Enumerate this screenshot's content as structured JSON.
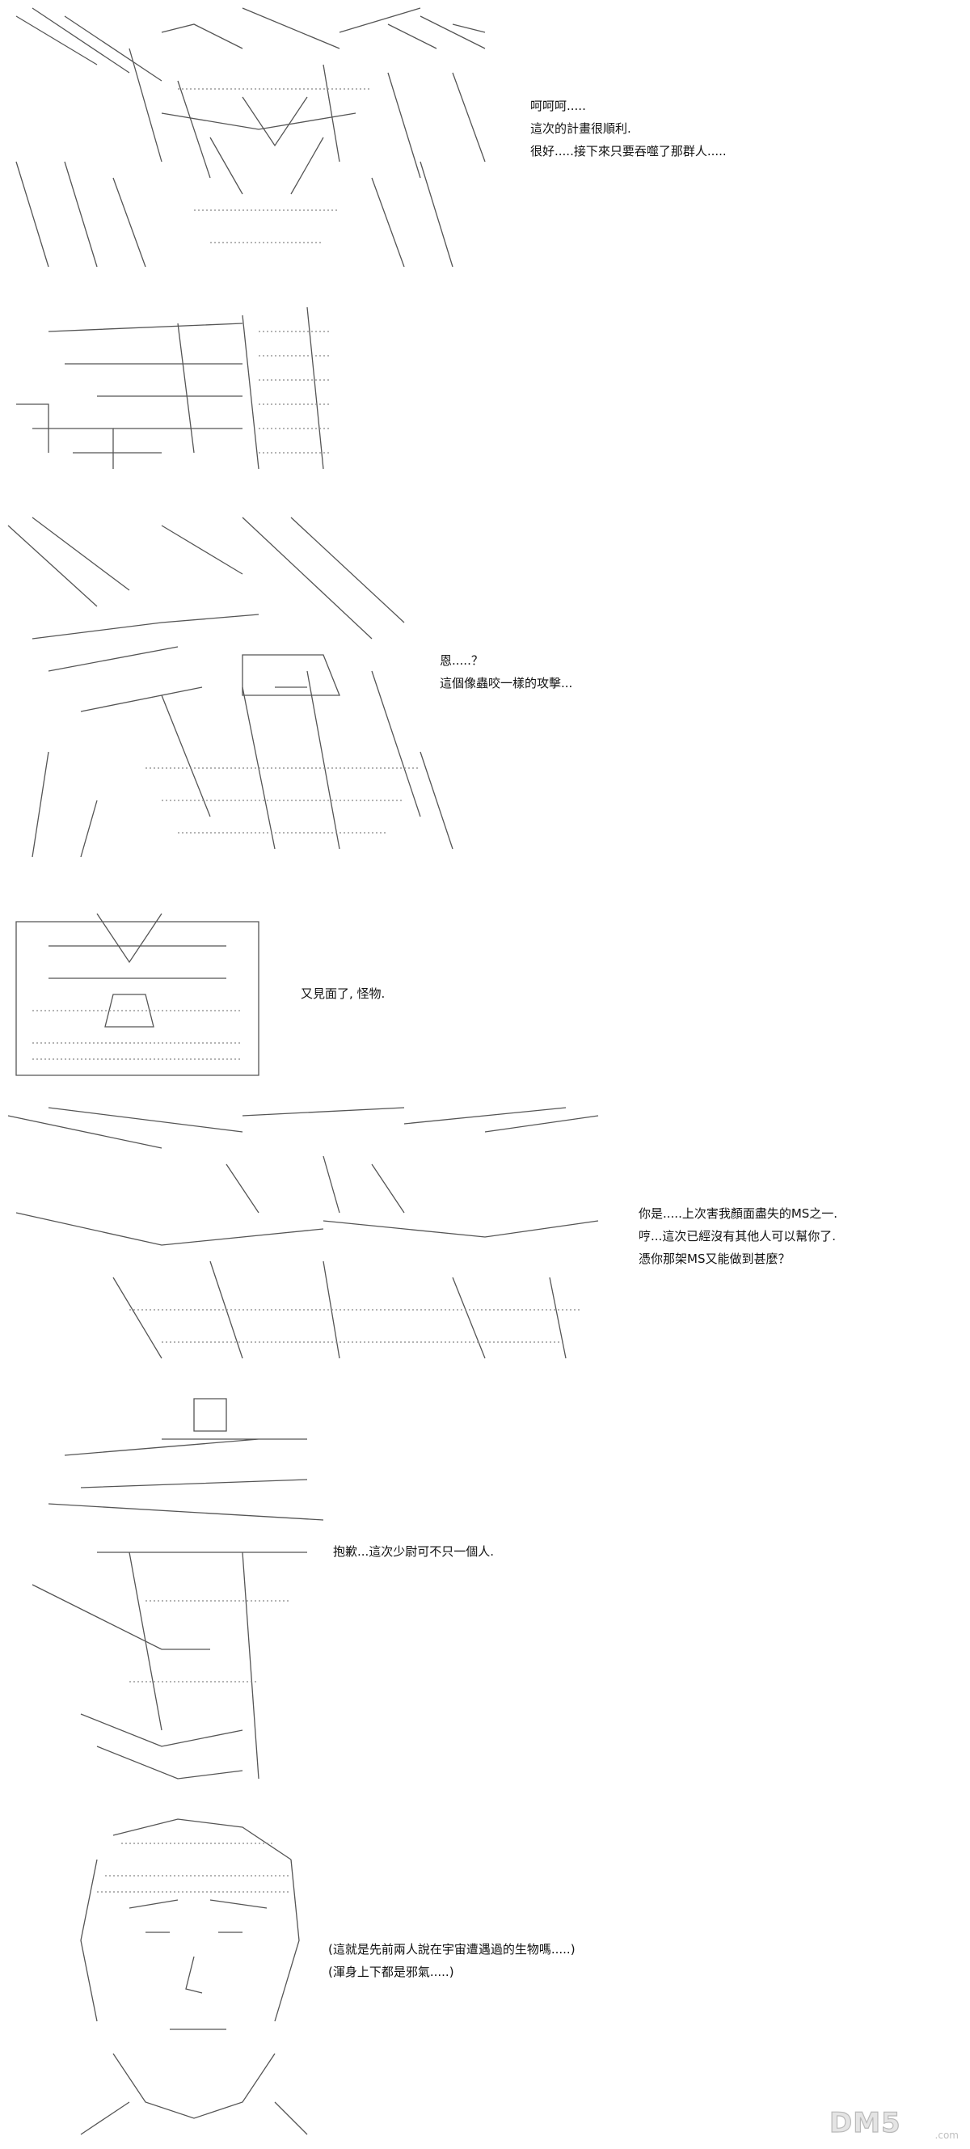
{
  "panels": [
    {
      "lines": [
        "呵呵呵.....",
        "這次的計畫很順利.",
        "很好.....接下來只要吞噬了那群人....."
      ]
    },
    {
      "lines": []
    },
    {
      "lines": [
        "恩.....？",
        "這個像蟲咬一樣的攻擊..."
      ]
    },
    {
      "lines": [
        "又見面了, 怪物."
      ]
    },
    {
      "lines": [
        "你是.....上次害我顏面盡失的MS之一.",
        "哼...這次已經沒有其他人可以幫你了.",
        "憑你那架MS又能做到甚麼？"
      ]
    },
    {
      "lines": [
        "抱歉...這次少尉可不只一個人."
      ]
    },
    {
      "lines": [
        "(這就是先前兩人說在宇宙遭遇過的生物嗎.....)",
        "(渾身上下都是邪氣.....)"
      ]
    }
  ],
  "watermark": {
    "text": "DM5",
    "sub": ".com"
  }
}
